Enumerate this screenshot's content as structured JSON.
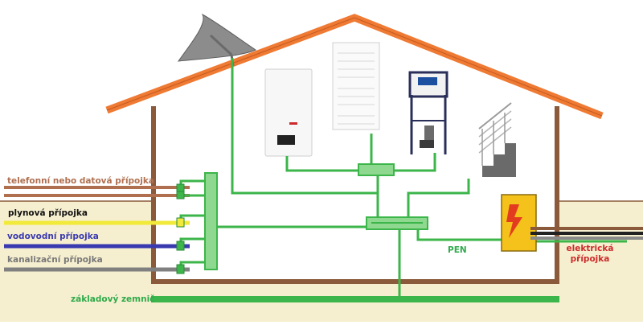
{
  "labels": {
    "telecom": "telefonní nebo datová přípojka",
    "gas": "plynová přípojka",
    "water": "vodovodní přípojka",
    "sewer": "kanalizační přípojka",
    "pen": "PEN",
    "ground": "základový zemnič",
    "electric_line1": "elektrická",
    "electric_line2": "přípojka"
  },
  "colors": {
    "roof": "#ef7a33",
    "wall": "#8a5a3a",
    "ground": "#f6efcf",
    "bonding": "#3cb54a",
    "telecom": "#b07050",
    "gas": "#f1ea3a",
    "water": "#3a3ab0",
    "sewer": "#808080",
    "electric_box": "#f4c21a",
    "pen_text": "#2eaa4a",
    "electric_text": "#cc2b2b"
  },
  "icons": {
    "satellite": "satellite-dish-icon",
    "boiler": "gas-boiler-icon",
    "radiator": "towel-radiator-icon",
    "toilet_frame": "toilet-installation-frame-icon",
    "stairs": "staircase-railing-icon",
    "electric": "lightning-bolt-icon"
  }
}
